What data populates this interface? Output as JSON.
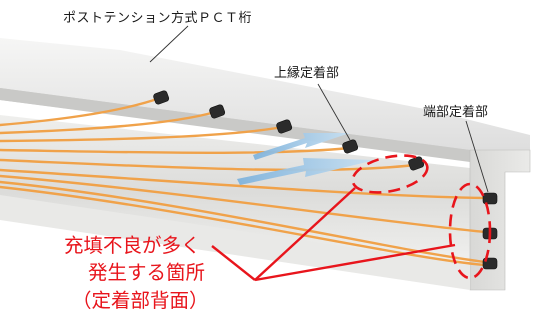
{
  "labels": {
    "title": "ポストテンション方式ＰＣＴ桁",
    "upper_anchorage": "上縁定着部",
    "end_anchorage": "端部定着部"
  },
  "callout": {
    "line1": "充填不良が多く",
    "line2": "発生する箇所",
    "line3": "（定着部背面）"
  },
  "colors": {
    "tendon": "#f0a24a",
    "callout_red": "#e8151c",
    "arrow": "#9ec8e8",
    "concrete": "#e3e3e1"
  }
}
